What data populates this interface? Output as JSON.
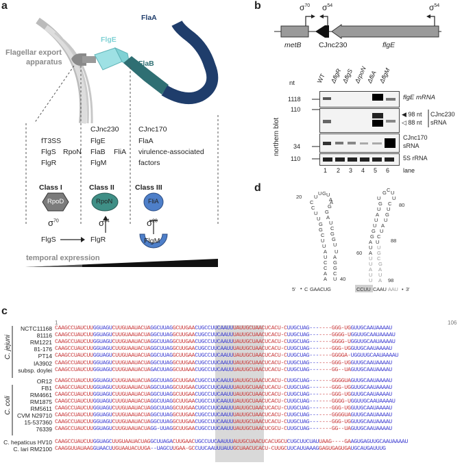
{
  "panels": {
    "a": "a",
    "b": "b",
    "c": "c",
    "d": "d"
  },
  "panel_a": {
    "export_label_1": "Flagellar export",
    "export_label_2": "apparatus",
    "flge_label": "FlgE",
    "flab_label": "FlaB",
    "flaa_label": "FlaA",
    "col1": [
      "fT3SS",
      "FlgS",
      "FlgR"
    ],
    "col1_extra": "RpoN",
    "col2": [
      "CJnc230",
      "FlgE",
      "FlaB",
      "FlgM"
    ],
    "col2_extra": "FliA",
    "col3": [
      "CJnc170",
      "FlaA",
      "virulence-associated",
      "factors"
    ],
    "class1": "Class I",
    "class2": "Class II",
    "class3": "Class III",
    "rpod": "RpoD",
    "rpon": "RpoN",
    "flia": "FliA",
    "sigma70": "σ",
    "sigma70_sup": "70",
    "sigma54": "σ",
    "sigma54_sup": "54",
    "sigma28": "σ",
    "sigma28_sup": "28",
    "flgs": "FlgS",
    "flgr": "FlgR",
    "flgm": "FlgM",
    "temporal": "temporal expression"
  },
  "panel_b": {
    "sig1": "σ",
    "sig1_sup": "70",
    "sig2": "σ",
    "sig2_sup": "54",
    "sig3": "σ",
    "sig3_sup": "54",
    "metb": "metB",
    "cjnc230": "CJnc230",
    "flge": "flgE",
    "nt": "nt",
    "lanes": [
      "WT",
      "ΔflgR",
      "ΔflgS",
      "ΔrpoN",
      "ΔfliA",
      "ΔflgM"
    ],
    "ylabel": "northern blot",
    "markers": [
      "1118",
      "110",
      "34",
      "110"
    ],
    "row_labels": [
      "flgE mRNA",
      "CJnc230",
      "sRNA",
      "CJnc170",
      "sRNA",
      "5S rRNA"
    ],
    "nt98": "98 nt",
    "nt88": "88 nt",
    "lane_numbers": [
      "1",
      "2",
      "3",
      "4",
      "5",
      "6"
    ],
    "lane_word": "lane"
  },
  "panel_d": {
    "n20": "20",
    "n80": "80",
    "n88": "88",
    "n60": "60",
    "n40": "40",
    "n98": "98",
    "five": "5'",
    "three": "3'",
    "bottom_seq_a": "C",
    "bottom_seq_b": "GAACUG",
    "bottom_seq_c": "CCUU",
    "bottom_seq_d": "CAAU",
    "bottom_seq_e": "AAU"
  },
  "panel_c": {
    "pos_start": "1",
    "pos_end": "106",
    "species": [
      "C. jejuni",
      "C. coli"
    ],
    "rows": [
      {
        "strain": "NCTC11168",
        "seq": "CAAGCCUAUCUUGGUAGUCUUGUAAUACUAGGCUUAGGCUUGAACUGCCUUCAAUUUAUUGCUAACUCACU-CUUGCUAG-------GGG-UGGUUGCAAUAAAAU"
      },
      {
        "strain": "81116",
        "seq": "CAAGCCUAUCUUGGUAGUCUUGUAAUACUAGGCUUAGGCUUGAACUGCCUUCAAUUUAUUGCUAACUCACU-CUUGCUAG-------GGGG-UGGUUGCAAUAAAAU"
      },
      {
        "strain": "RM1221",
        "seq": "CAAGCCUAUCUUGGUAGUCUUGUAAUACUAGGCUUAGGCUUGAACUGCCUUCAAUUUAUUGCUAACUCACU-CUUGCUAG-------GGGG-UGGUUGCAAUAAAAU"
      },
      {
        "strain": "81-176",
        "seq": "CAAGCCUAUCUUGGUAGUCUUGUAAUACUAGGCUUAGGCUUGAACUGCCUUCAAUUUAUUGCUAACUCACU-CUUGCUAG-------GGG-UGGUUGCAAUAAAAU"
      },
      {
        "strain": "PT14",
        "seq": "CAAGCCUAUCUUGGUAGUCUUGUAAUACUAGGCUUAGGCUUGAACUGCCUUCAAUUUAUUGCUAACUCACU-CUUGCUAG-------GGGGA-UGGUUGCAAUAAAAU"
      },
      {
        "strain": "IA3902",
        "seq": "CAAGCCUAUCUUGGUAGUCUUGUAAUACUAGGCUUAGGCUUGAACUGCCUUCAAUUUAUUGCUAACUCACU-CUUGCUAG-------GGG-UGGUUGCAAUAAAAU"
      },
      {
        "strain": "subsp. doylei",
        "seq": "CAAGCCUAUCUUGGUAGUCUUGUAAUACUAGACUUAGGCUUAAACUGCCUUCAAUUUAUUGCUAACUCACU-CUUGCUAG-------GG--UAGUUGCAAUAAAAU"
      },
      {
        "strain": "OR12",
        "seq": "CAAGCCUAUCUUGGUAGUCUUGUAAUACUAGGCUUAGGCUUGAACUGCCUUCAAUUUAUUGCUAACUCACU-CUUGCUAG-------GGGGUAGUUGCAAUAAAAU"
      },
      {
        "strain": "FB1",
        "seq": "CAAGCCUAUCUUGGUAGUCUUGUAAUACUAGGCUUAGGCUUGAACUGCCUUCAAUUUAUUGCUAACUCACU-CUUGCUAG-------GGG-UGGUUGCAAUAAAAU"
      },
      {
        "strain": "RM4661",
        "seq": "CAAGCCUAUCUUGGUAGUCUUGUAAUACUAGGCUUAGGCUUGAACUGCCUUCAAUUUAUUGCUAACUCACU-CUUGCUAG-------GGG-UGGUUGCAAUAAAAU"
      },
      {
        "strain": "RM1875",
        "seq": "CAAGCCUAUCUUGGUAGUCUUGUAAUACUAGGCUUAGGCUUGAACUGCCUUCAAUUUAUUGCUAACUCACU-CUUGCUAG-------GGGG-UGGUUGCAAUAAAAU"
      },
      {
        "strain": "RM5611",
        "seq": "CAAGCCUAUCUUGGUAGUCUUGUAAUACUAGGCUUAGGCUUGAACUGCCUUCAAUUUAUUGCUAACUCACU-CUUGCUAG-------GGG-UGGUUGCAAUAAAAU"
      },
      {
        "strain": "CVM N29710",
        "seq": "CAAGCCUAUCUUGGUAGUCUUGUAAUACUAGGCUUAGGCUUGAACUGCCUUCAAUUUAUUGCUAACUCACU-CUUGCUAG-------GGGGUAGUUGCAAUAAAAU"
      },
      {
        "strain": "15-537360",
        "seq": "CAAGCCUAUCUUGGUAGUCUUGUAAUACUAGGCUUAGGCUUGAACUGCCUUCAAUUUAUUGCUAACUCACU-CUUGCUAG-------GGG-UGGUUGCAAUAAAAU"
      },
      {
        "strain": "76339",
        "seq": "CAAGCCUAUCUUGGUAGUCUUGUAAUACUAGG-UUAGGCUUGAACUGCCUUCAAUUUAUUGCUAACUCGCU-CUUGCUAG-------GG--UAGUUGCAAUAAAAU"
      },
      {
        "strain": "C. hepaticus HV10",
        "seq": "CAAGCCUAUCUUGGUAGCUUGUAAUACUAGGCUUAGACUUGAACUGCCUUCAAUUUAUUGCUAACUCACUGCUCUGCUUCUAUUAAG----GAAGUGAGUUGCAAUAAAAU"
      },
      {
        "strain": "C. lari RM2100",
        "seq": "CAAGGUUAUAAGGUAACUUGUAAUACUUGA--UAGCUUGAA-GCCUUCAAUUUAUUGCUAACUCACU-CUUGCUUCAUUAAAGGAGUGAGUGAUGCAUGAUUUG"
      }
    ]
  },
  "colors": {
    "red": "#c8383a",
    "blue": "#3b3bd0",
    "highlight": "#d9d9d9",
    "flaa": "#1f3d6b",
    "flab": "#2f6f73",
    "flge": "#7fd1d4"
  }
}
